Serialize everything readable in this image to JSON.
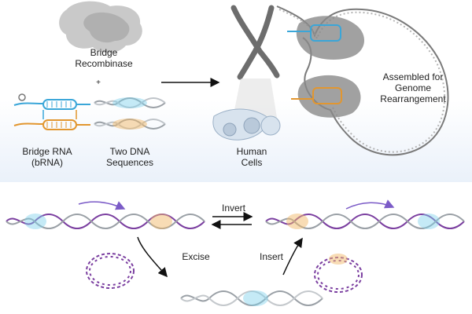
{
  "top": {
    "recombinase_label": [
      "Bridge",
      "Recombinase"
    ],
    "plus_sign": "+",
    "bridge_rna_label": [
      "Bridge RNA",
      "(bRNA)"
    ],
    "dna_label": [
      "Two DNA",
      "Sequences"
    ],
    "cells_label": [
      "Human",
      "Cells"
    ],
    "assembled_label": [
      "Assembled for",
      "Genome",
      "Rearrangement"
    ]
  },
  "bottom": {
    "invert_label": "Invert",
    "excise_label": "Excise",
    "insert_label": "Insert"
  },
  "colors": {
    "dna_gray": "#9aa0a6",
    "dna_purple": "#7b3fa0",
    "blue_highlight": "#7fd0ea",
    "orange_highlight": "#f2b96b",
    "rna_blue": "#3aa6d8",
    "rna_orange": "#e2962f",
    "protein_gray": "#b7b7b7"
  }
}
